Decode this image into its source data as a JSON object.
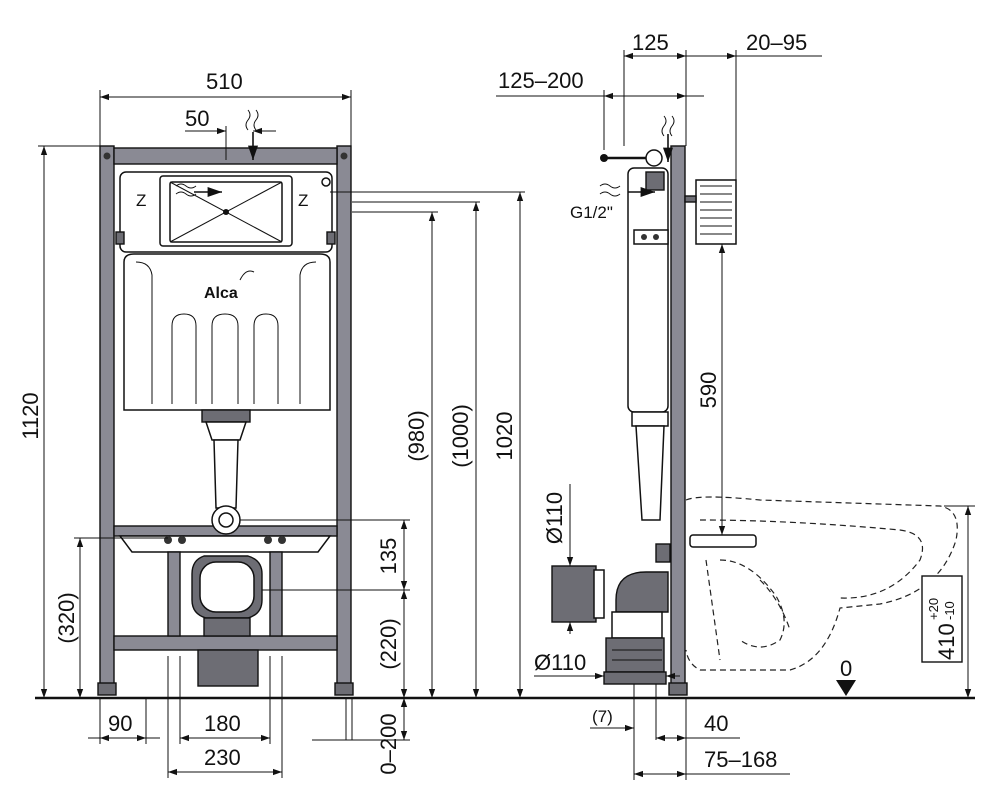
{
  "brand": {
    "logo": "Alca"
  },
  "front_view": {
    "dims": {
      "width_total": "510",
      "offset_top": "50",
      "height_total": "1120",
      "h_980": "(980)",
      "h_1000": "(1000)",
      "h_1020": "1020",
      "h_135": "135",
      "h_220": "(220)",
      "h_320": "(320)",
      "w_90": "90",
      "w_180": "180",
      "w_230": "230",
      "adj_0_200": "0–200"
    }
  },
  "side_view": {
    "dims": {
      "d_125": "125",
      "d_20_95": "20–95",
      "d_125_200": "125–200",
      "thread": "G1/2\"",
      "d_590": "590",
      "pipe_top": "Ø110",
      "pipe_bottom": "Ø110",
      "d_7": "(7)",
      "d_40": "40",
      "d_75_168": "75–168",
      "floor_zero": "0",
      "h_410": "410",
      "tol_plus": "+20",
      "tol_minus": "-10"
    }
  }
}
